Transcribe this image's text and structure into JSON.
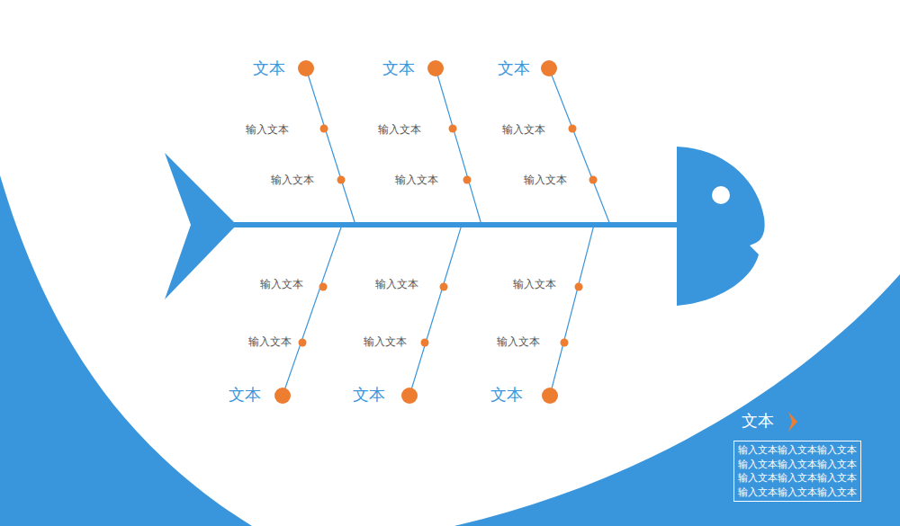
{
  "diagram": {
    "nodes": [
      {
        "text": [
          "文本",
          "输入文本输入文本输入文本输入文本输入文本输入文本输入文本输入文本输入文本输入文本输入文本输入文本"
        ]
      }
    ],
    "labels": [
      "文本",
      "文本",
      "文本",
      "输入文本",
      "输入文本",
      "输入文本",
      "输入文本",
      "输入文本",
      "输入文本",
      "输入文本",
      "输入文本",
      "输入文本",
      "输入文本",
      "输入文本",
      "输入文本",
      "文本",
      "文本",
      "文本"
    ]
  }
}
